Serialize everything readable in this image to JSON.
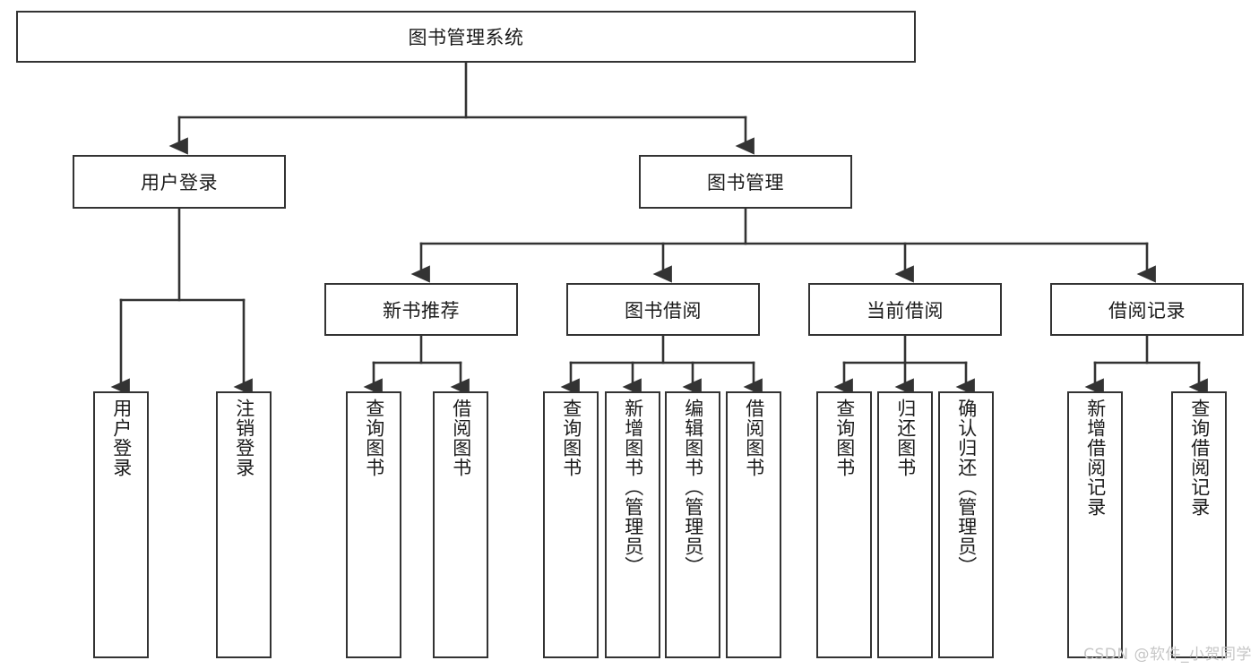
{
  "diagram": {
    "type": "tree-hierarchy-chart",
    "title": "图书管理系统",
    "colors": {
      "box_border": "#333333",
      "box_fill": "#ffffff",
      "edge": "#333333",
      "text": "#1b1b1b",
      "watermark": "#c6c6c6",
      "background": "#ffffff"
    },
    "root": {
      "label": "图书管理系统"
    },
    "level1": [
      {
        "label": "用户登录"
      },
      {
        "label": "图书管理"
      }
    ],
    "level2": [
      {
        "label": "新书推荐"
      },
      {
        "label": "图书借阅"
      },
      {
        "label": "当前借阅"
      },
      {
        "label": "借阅记录"
      }
    ],
    "leaves": [
      {
        "label": "用户登录",
        "parent": "用户登录"
      },
      {
        "label": "注销登录",
        "parent": "用户登录"
      },
      {
        "label": "查询图书",
        "parent": "新书推荐"
      },
      {
        "label": "借阅图书",
        "parent": "新书推荐"
      },
      {
        "label": "查询图书",
        "parent": "图书借阅"
      },
      {
        "label": "新增图书（管理员）",
        "parent": "图书借阅"
      },
      {
        "label": "编辑图书（管理员）",
        "parent": "图书借阅"
      },
      {
        "label": "借阅图书",
        "parent": "图书借阅"
      },
      {
        "label": "查询图书",
        "parent": "当前借阅"
      },
      {
        "label": "归还图书",
        "parent": "当前借阅"
      },
      {
        "label": "确认归还（管理员）",
        "parent": "当前借阅"
      },
      {
        "label": "新增借阅记录",
        "parent": "借阅记录"
      },
      {
        "label": "查询借阅记录",
        "parent": "借阅记录"
      }
    ],
    "watermark": "CSDN @软件_小贺同学"
  }
}
